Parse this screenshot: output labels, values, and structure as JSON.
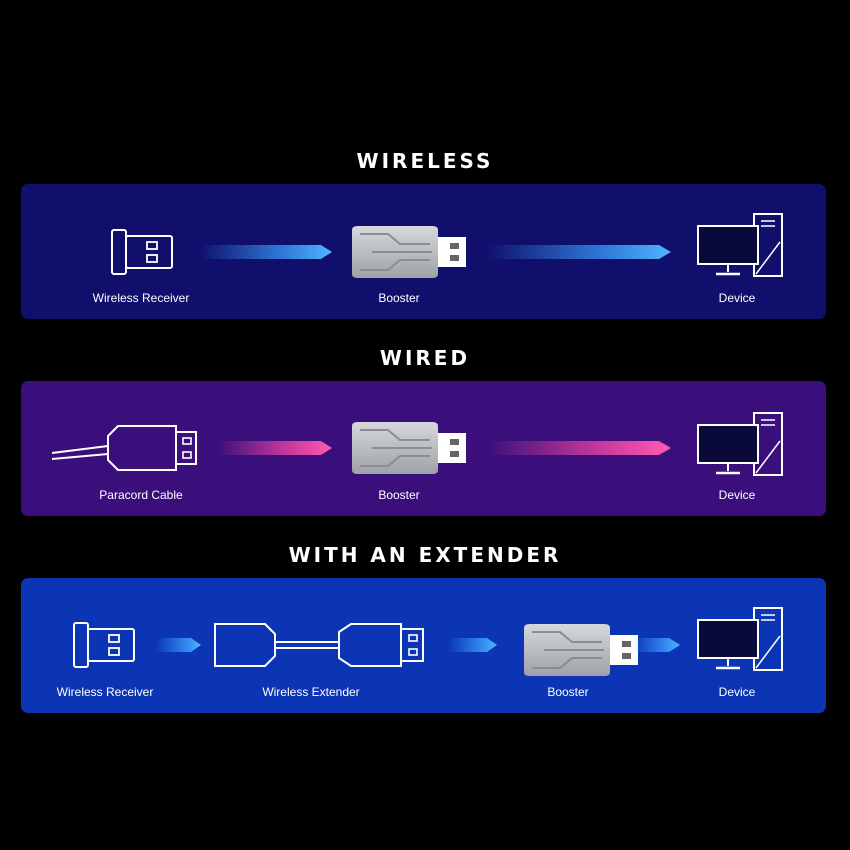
{
  "colors": {
    "background": "#000000",
    "wireless_panel": "#10106c",
    "wired_panel": "#3a0f7c",
    "extender_panel": "#0b35b4",
    "arrow_blue": "#3aa0ff",
    "arrow_pink": "#ff4aa8",
    "booster_body": "#b9bbbe"
  },
  "sections": {
    "wireless": {
      "heading": "WIRELESS",
      "items": [
        "Wireless Receiver",
        "Booster",
        "Device"
      ]
    },
    "wired": {
      "heading": "WIRED",
      "items": [
        "Paracord Cable",
        "Booster",
        "Device"
      ]
    },
    "extender": {
      "heading": "WITH AN EXTENDER",
      "items": [
        "Wireless Receiver",
        "Wireless Extender",
        "Booster",
        "Device"
      ]
    }
  },
  "icons": {
    "receiver": "usb-receiver-icon",
    "cable": "paracord-cable-icon",
    "extender": "wireless-extender-icon",
    "booster": "booster-dongle-icon",
    "device": "pc-monitor-tower-icon",
    "arrow": "signal-arrow-icon"
  }
}
